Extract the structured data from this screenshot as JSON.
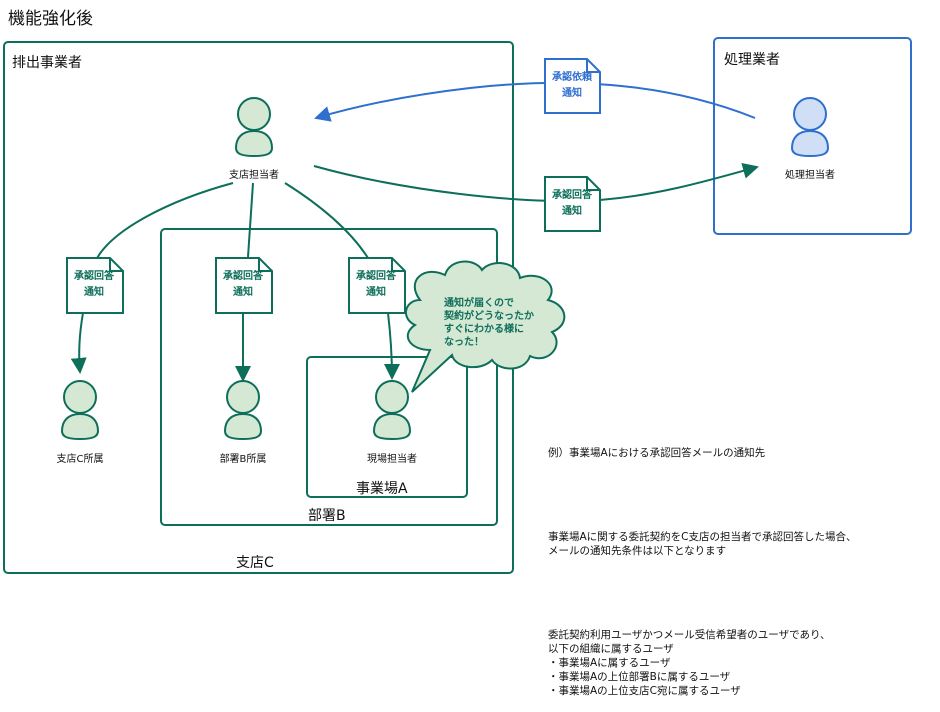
{
  "title": "機能強化後",
  "groups": {
    "discharger": "排出事業者",
    "processor": "処理業者",
    "branch": "支店C",
    "department": "部署B",
    "site": "事業場A"
  },
  "people": {
    "branch_manager": "支店担当者",
    "processor_manager": "処理担当者",
    "branch_member": "支店C所属",
    "department_member": "部署B所属",
    "site_manager": "現場担当者"
  },
  "documents": {
    "request": "承認依頼\n通知",
    "answer": "承認回答\n通知"
  },
  "cloud": "通知が届くので\n契約がどうなったか\nすぐにわかる様に\nなった！",
  "note": {
    "heading": "例）事業場Aにおける承認回答メールの通知先",
    "para1": "事業場Aに関する委託契約をC支店の担当者で承認回答した場合、\nメールの通知先条件は以下となります",
    "para2": "委託契約利用ユーザかつメール受信希望者のユーザであり、\n以下の組織に属するユーザ\n・事業場Aに属するユーザ\n・事業場Aの上位部署Bに属するユーザ\n・事業場Aの上位支店C宛に属するユーザ"
  },
  "colors": {
    "green": "#0d6e5a",
    "green_fill": "#d5e8d4",
    "blue": "#2e6fcf",
    "blue_fill": "#d0dff5"
  }
}
